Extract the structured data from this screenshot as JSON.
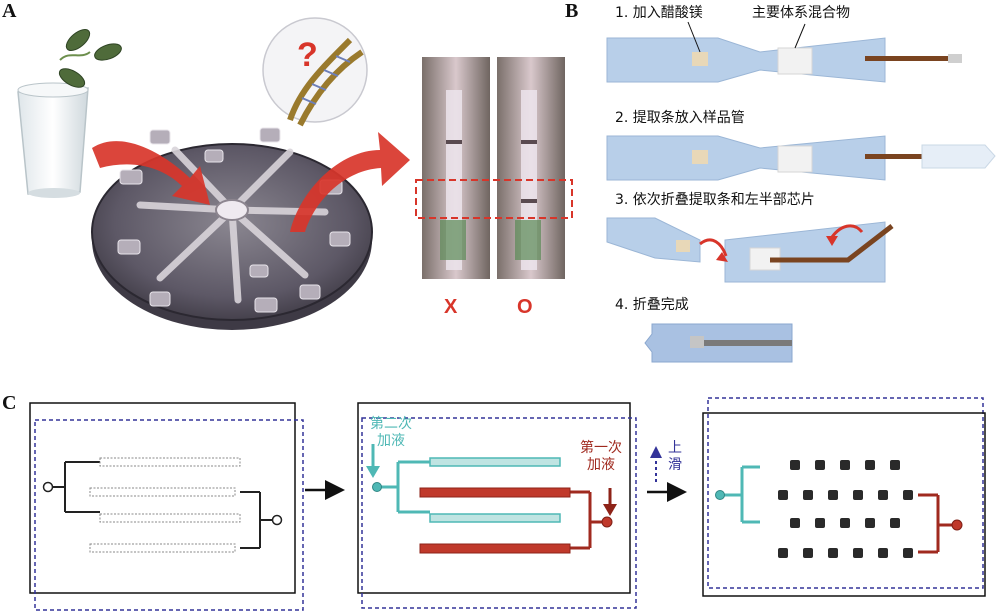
{
  "panels": {
    "a": {
      "letter": "A",
      "result_labels": [
        "X",
        "O"
      ],
      "question_mark": "?"
    },
    "b": {
      "letter": "B",
      "steps": [
        "1. 加入醋酸镁",
        "2. 提取条放入样品管",
        "3. 依次折叠提取条和左半部芯片",
        "4. 折叠完成"
      ],
      "callout": "主要体系混合物"
    },
    "c": {
      "letter": "C",
      "second_addition": [
        "第二次",
        "加液"
      ],
      "first_addition": [
        "第一次",
        "加液"
      ],
      "slide_up": [
        "上",
        "滑"
      ]
    }
  },
  "colors": {
    "strip_blue": "#b8cfe9",
    "arrow_red": "#d8352a",
    "teal": "#4fb8b5",
    "dark_red": "#a02a1f",
    "navy": "#333399",
    "chamber_dark": "#2a2a2a"
  }
}
